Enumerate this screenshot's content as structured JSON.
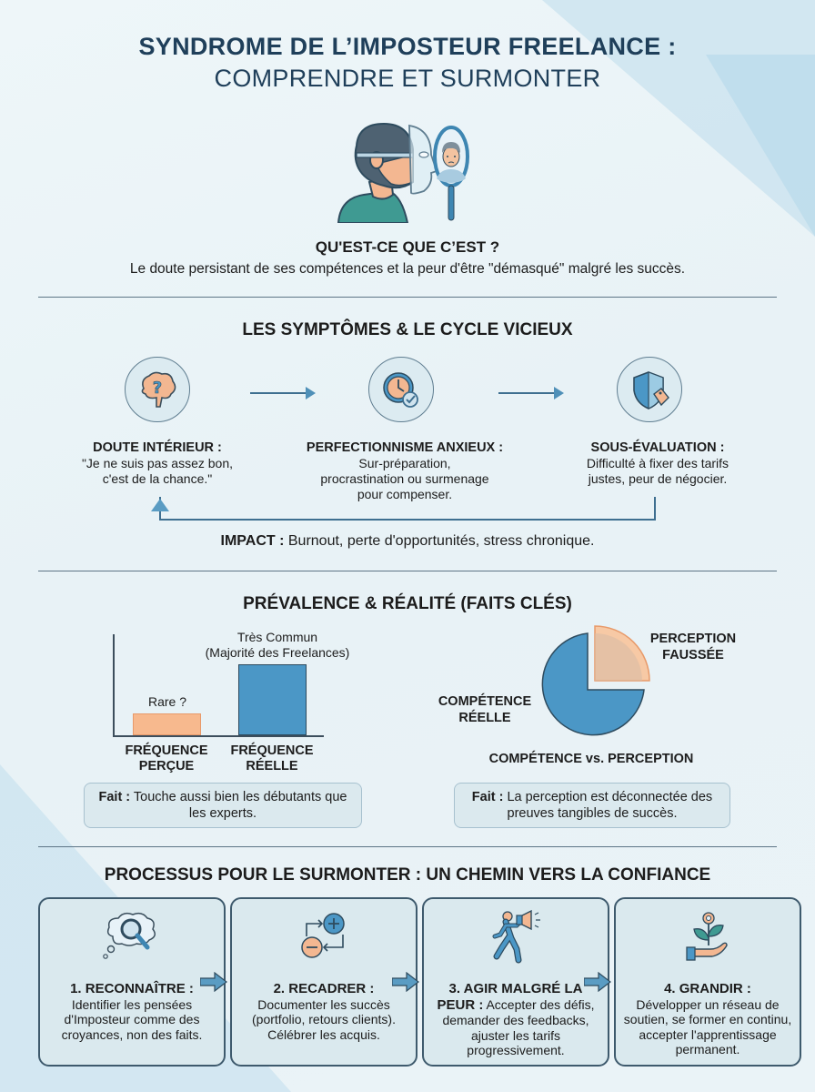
{
  "title": {
    "line1": "SYNDROME DE L’IMPOSTEUR FREELANCE :",
    "line2": "COMPRENDRE ET SURMONTER"
  },
  "hero": {
    "icon": "mask-mirror-illustration"
  },
  "definition": {
    "heading": "QU'EST-CE QUE C’EST ?",
    "text": "Le doute persistant de ses compétences et la peur d'être \"démasqué\" malgré les succès."
  },
  "symptoms": {
    "heading": "LES SYMPTÔMES & LE CYCLE VICIEUX",
    "items": [
      {
        "icon": "brain-question-icon",
        "title": "DOUTE INTÉRIEUR :",
        "lines": [
          "\"Je ne suis pas assez bon,",
          "c'est de la chance.\""
        ]
      },
      {
        "icon": "clock-check-icon",
        "title": "PERFECTIONNISME ANXIEUX :",
        "lines": [
          "Sur-préparation,",
          "procrastination ou surmenage",
          "pour compenser."
        ]
      },
      {
        "icon": "shield-tag-icon",
        "title": "SOUS-ÉVALUATION :",
        "lines": [
          "Difficulté à fixer des tarifs",
          "justes, peur de négocier."
        ]
      }
    ],
    "impact_label": "IMPACT :",
    "impact_text": " Burnout, perte d'opportunités, stress chronique."
  },
  "prevalence": {
    "heading": "PRÉVALENCE & RÉALITÉ (FAITS CLÉS)",
    "fact1_label": "Fait :",
    "fact1_text": " Touche aussi bien les débutants que les experts.",
    "fact2_label": "Fait :",
    "fact2_text": " La perception est déconnectée des preuves tangibles de succès."
  },
  "chart_data": [
    {
      "type": "bar",
      "title": "",
      "categories": [
        "FRÉQUENCE PERÇUE",
        "FRÉQUENCE RÉELLE"
      ],
      "values": [
        22,
        72
      ],
      "annotations": [
        "Rare ?",
        "Très Commun (Majorité des Freelances)"
      ],
      "colors": [
        "#f7b98e",
        "#4b97c6"
      ],
      "xlabel": "",
      "ylabel": "",
      "ylim": [
        0,
        100
      ],
      "grid": false
    },
    {
      "type": "pie",
      "title": "COMPÉTENCE vs. PERCEPTION",
      "labels": [
        "COMPÉTENCE RÉELLE",
        "PERCEPTION FAUSSÉE"
      ],
      "values": [
        75,
        25
      ],
      "colors": [
        "#4b97c6",
        "#f7c9a5"
      ],
      "exploded": [
        false,
        true
      ]
    }
  ],
  "bar_chart_labels": {
    "a1": "Rare ?",
    "b1": "Très Commun",
    "b2": "(Majorité des Freelances)",
    "cat1_l1": "FRÉQUENCE",
    "cat1_l2": "PERÇUE",
    "cat2_l1": "FRÉQUENCE",
    "cat2_l2": "RÉELLE"
  },
  "pie_chart_labels": {
    "slice1_l1": "COMPÉTENCE",
    "slice1_l2": "RÉELLE",
    "slice2_l1": "PERCEPTION",
    "slice2_l2": "FAUSSÉE",
    "caption": "COMPÉTENCE vs. PERCEPTION"
  },
  "process": {
    "heading": "PROCESSUS POUR LE SURMONTER : UN CHEMIN VERS LA CONFIANCE",
    "steps": [
      {
        "icon": "magnifier-thought-icon",
        "title": "1. RECONNAÎTRE :",
        "text": "Identifier les pensées d'Imposteur comme des croyances, non des faits."
      },
      {
        "icon": "plus-minus-cycle-icon",
        "title": "2. RECADRER :",
        "text": "Documenter les succès (portfolio, retours clients). Célébrer les acquis."
      },
      {
        "icon": "person-megaphone-icon",
        "title": "3. AGIR MALGRÉ LA PEUR :",
        "text": " Accepter des défis, demander des feedbacks, ajuster les tarifs progressivement."
      },
      {
        "icon": "hand-plant-icon",
        "title": "4. GRANDIR :",
        "text": "Développer un réseau de soutien, se former en continu, accepter l'apprentissage permanent."
      }
    ]
  },
  "colors": {
    "title": "#1f3f5a",
    "accent_blue": "#4b97c6",
    "accent_orange": "#f7b98e",
    "box_bg": "#dae9ee",
    "box_border": "#3e5a6d"
  }
}
